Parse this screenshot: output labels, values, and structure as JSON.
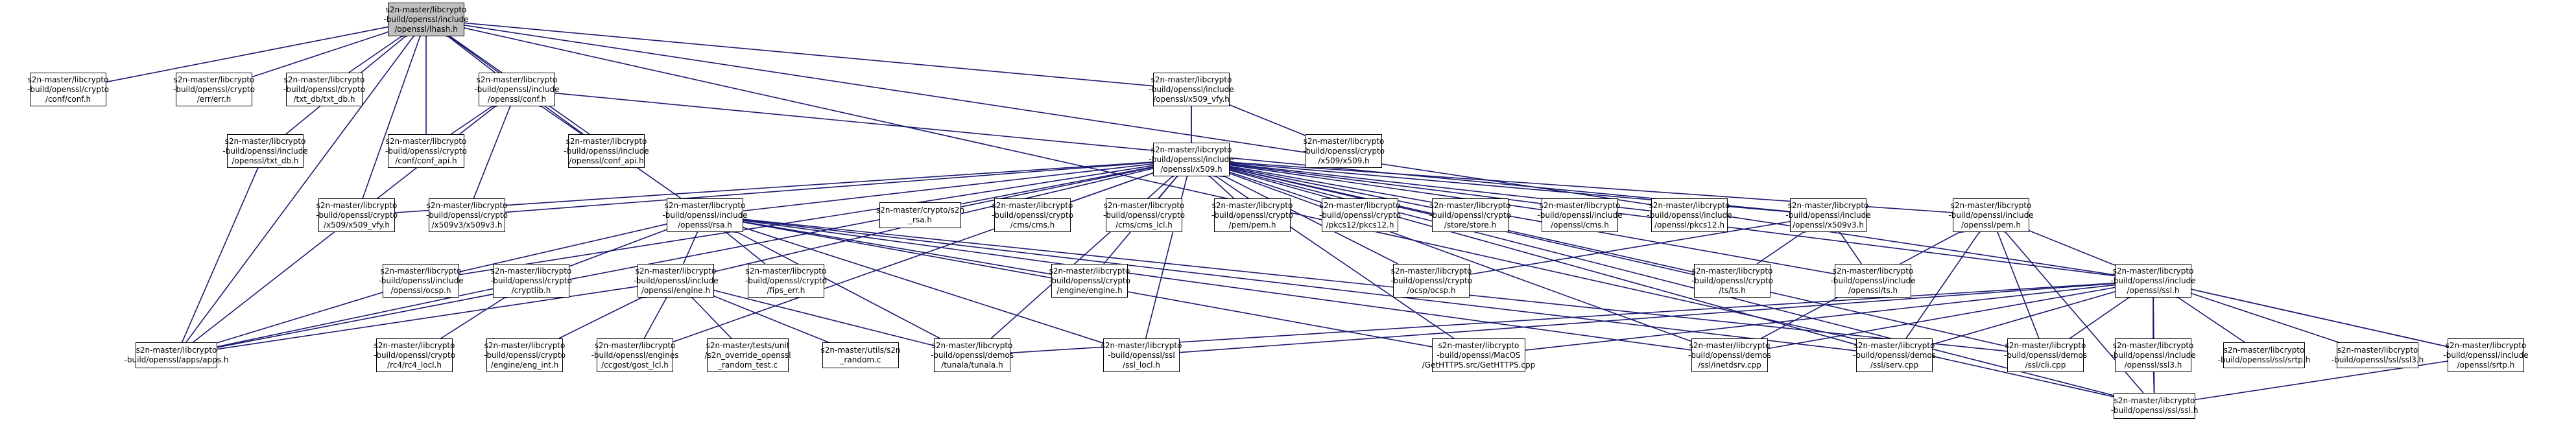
{
  "colors": {
    "edge": "#191970",
    "root_fill": "#bfbfbf",
    "node_fill": "#ffffff",
    "border": "#000000"
  },
  "nodes": [
    {
      "id": "hash",
      "lines": [
        "s2n-master/libcrypto",
        "-build/openssl/include",
        "/openssl/lhash.h"
      ]
    },
    {
      "id": "conf_c",
      "lines": [
        "s2n-master/libcrypto",
        "-build/openssl/crypto",
        "/conf/conf.h"
      ]
    },
    {
      "id": "err_c",
      "lines": [
        "s2n-master/libcrypto",
        "-build/openssl/crypto",
        "/err/err.h"
      ]
    },
    {
      "id": "txt_db_c",
      "lines": [
        "s2n-master/libcrypto",
        "-build/openssl/crypto",
        "/txt_db/txt_db.h"
      ]
    },
    {
      "id": "conf_inc",
      "lines": [
        "s2n-master/libcrypto",
        "-build/openssl/include",
        "/openssl/conf.h"
      ]
    },
    {
      "id": "x509_vfy_inc",
      "lines": [
        "s2n-master/libcrypto",
        "-build/openssl/include",
        "/openssl/x509_vfy.h"
      ]
    },
    {
      "id": "txt_db_inc",
      "lines": [
        "s2n-master/libcrypto",
        "-build/openssl/include",
        "/openssl/txt_db.h"
      ]
    },
    {
      "id": "conf_api_c",
      "lines": [
        "s2n-master/libcrypto",
        "-build/openssl/crypto",
        "/conf/conf_api.h"
      ]
    },
    {
      "id": "conf_api_inc",
      "lines": [
        "s2n-master/libcrypto",
        "-build/openssl/include",
        "/openssl/conf_api.h"
      ]
    },
    {
      "id": "x509_inc",
      "lines": [
        "s2n-master/libcrypto",
        "-build/openssl/include",
        "/openssl/x509.h"
      ]
    },
    {
      "id": "x509_c",
      "lines": [
        "s2n-master/libcrypto",
        "-build/openssl/crypto",
        "/x509/x509.h"
      ]
    },
    {
      "id": "x509_vfy_c",
      "lines": [
        "s2n-master/libcrypto",
        "-build/openssl/crypto",
        "/x509/x509_vfy.h"
      ]
    },
    {
      "id": "x509v3_c",
      "lines": [
        "s2n-master/libcrypto",
        "-build/openssl/crypto",
        "/x509v3/x509v3.h"
      ]
    },
    {
      "id": "rsa_inc",
      "lines": [
        "s2n-master/libcrypto",
        "-build/openssl/include",
        "/openssl/rsa.h"
      ]
    },
    {
      "id": "s2n_rsa",
      "lines": [
        "s2n-master/crypto/s2n",
        "_rsa.h"
      ]
    },
    {
      "id": "cms_c",
      "lines": [
        "s2n-master/libcrypto",
        "-build/openssl/crypto",
        "/cms/cms.h"
      ]
    },
    {
      "id": "cms_lcl",
      "lines": [
        "s2n-master/libcrypto",
        "-build/openssl/crypto",
        "/cms/cms_lcl.h"
      ]
    },
    {
      "id": "pem_c",
      "lines": [
        "s2n-master/libcrypto",
        "-build/openssl/crypto",
        "/pem/pem.h"
      ]
    },
    {
      "id": "pkcs12_c",
      "lines": [
        "s2n-master/libcrypto",
        "-build/openssl/crypto",
        "/pkcs12/pkcs12.h"
      ]
    },
    {
      "id": "store_c",
      "lines": [
        "s2n-master/libcrypto",
        "-build/openssl/crypto",
        "/store/store.h"
      ]
    },
    {
      "id": "cms_inc",
      "lines": [
        "s2n-master/libcrypto",
        "-build/openssl/include",
        "/openssl/cms.h"
      ]
    },
    {
      "id": "pkcs12_inc",
      "lines": [
        "s2n-master/libcrypto",
        "-build/openssl/include",
        "/openssl/pkcs12.h"
      ]
    },
    {
      "id": "x509v3_inc",
      "lines": [
        "s2n-master/libcrypto",
        "-build/openssl/include",
        "/openssl/x509v3.h"
      ]
    },
    {
      "id": "pem_inc",
      "lines": [
        "s2n-master/libcrypto",
        "-build/openssl/include",
        "/openssl/pem.h"
      ]
    },
    {
      "id": "ssl_inc",
      "lines": [
        "s2n-master/libcrypto",
        "-build/openssl/include",
        "/openssl/ssl.h"
      ]
    },
    {
      "id": "ocsp_inc",
      "lines": [
        "s2n-master/libcrypto",
        "-build/openssl/include",
        "/openssl/ocsp.h"
      ]
    },
    {
      "id": "cryptlib",
      "lines": [
        "s2n-master/libcrypto",
        "-build/openssl/crypto",
        "/cryptlib.h"
      ]
    },
    {
      "id": "engine_inc",
      "lines": [
        "s2n-master/libcrypto",
        "-build/openssl/include",
        "/openssl/engine.h"
      ]
    },
    {
      "id": "fips_err",
      "lines": [
        "s2n-master/libcrypto",
        "-build/openssl/crypto",
        "/fips_err.h"
      ]
    },
    {
      "id": "engine_c",
      "lines": [
        "s2n-master/libcrypto",
        "-build/openssl/crypto",
        "/engine/engine.h"
      ]
    },
    {
      "id": "ocsp_c",
      "lines": [
        "s2n-master/libcrypto",
        "-build/openssl/crypto",
        "/ocsp/ocsp.h"
      ]
    },
    {
      "id": "ts_c",
      "lines": [
        "s2n-master/libcrypto",
        "-build/openssl/crypto",
        "/ts/ts.h"
      ]
    },
    {
      "id": "ts_inc",
      "lines": [
        "s2n-master/libcrypto",
        "-build/openssl/include",
        "/openssl/ts.h"
      ]
    },
    {
      "id": "apps",
      "lines": [
        "s2n-master/libcrypto",
        "-build/openssl/apps/apps.h"
      ]
    },
    {
      "id": "rc4",
      "lines": [
        "s2n-master/libcrypto",
        "-build/openssl/crypto",
        "/rc4/rc4_locl.h"
      ]
    },
    {
      "id": "eng_int",
      "lines": [
        "s2n-master/libcrypto",
        "-build/openssl/crypto",
        "/engine/eng_int.h"
      ]
    },
    {
      "id": "gost",
      "lines": [
        "s2n-master/libcrypto",
        "-build/openssl/engines",
        "/ccgost/gost_lcl.h"
      ]
    },
    {
      "id": "s2n_tests",
      "lines": [
        "s2n-master/tests/unit",
        "/s2n_override_openssl",
        "_random_test.c"
      ]
    },
    {
      "id": "s2n_random",
      "lines": [
        "s2n-master/utils/s2n",
        "_random.c"
      ]
    },
    {
      "id": "tunala",
      "lines": [
        "s2n-master/libcrypto",
        "-build/openssl/demos",
        "/tunala/tunala.h"
      ]
    },
    {
      "id": "ssl_locl",
      "lines": [
        "s2n-master/libcrypto",
        "-build/openssl/ssl",
        "/ssl_locl.h"
      ]
    },
    {
      "id": "gethttps",
      "lines": [
        "s2n-master/libcrypto",
        "-build/openssl/MacOS",
        "/GetHTTPS.src/GetHTTPS.cpp"
      ]
    },
    {
      "id": "inetdsrv",
      "lines": [
        "s2n-master/libcrypto",
        "-build/openssl/demos",
        "/ssl/inetdsrv.cpp"
      ]
    },
    {
      "id": "serv",
      "lines": [
        "s2n-master/libcrypto",
        "-build/openssl/demos",
        "/ssl/serv.cpp"
      ]
    },
    {
      "id": "cli",
      "lines": [
        "s2n-master/libcrypto",
        "-build/openssl/demos",
        "/ssl/cli.cpp"
      ]
    },
    {
      "id": "ssl3_inc",
      "lines": [
        "s2n-master/libcrypto",
        "-build/openssl/include",
        "/openssl/ssl3.h"
      ]
    },
    {
      "id": "srtp_ssl",
      "lines": [
        "s2n-master/libcrypto",
        "-build/openssl/ssl/srtp.h"
      ]
    },
    {
      "id": "ssl3_ssl",
      "lines": [
        "s2n-master/libcrypto",
        "-build/openssl/ssl/ssl3.h"
      ]
    },
    {
      "id": "srtp_inc",
      "lines": [
        "s2n-master/libcrypto",
        "-build/openssl/include",
        "/openssl/srtp.h"
      ]
    },
    {
      "id": "ssl_ssl",
      "lines": [
        "s2n-master/libcrypto",
        "-build/openssl/ssl/ssl.h"
      ]
    }
  ],
  "edges": [
    [
      "hash",
      "conf_c"
    ],
    [
      "hash",
      "err_c"
    ],
    [
      "hash",
      "txt_db_c"
    ],
    [
      "hash",
      "conf_inc"
    ],
    [
      "hash",
      "x509_vfy_inc"
    ],
    [
      "hash",
      "txt_db_inc"
    ],
    [
      "hash",
      "conf_api_c"
    ],
    [
      "hash",
      "conf_api_inc"
    ],
    [
      "hash",
      "x509_vfy_c"
    ],
    [
      "hash",
      "apps"
    ],
    [
      "hash",
      "rsa_inc"
    ],
    [
      "hash",
      "ssl_inc"
    ],
    [
      "hash",
      "ssl_ssl"
    ],
    [
      "conf_inc",
      "conf_api_c"
    ],
    [
      "conf_inc",
      "conf_api_inc"
    ],
    [
      "conf_inc",
      "x509v3_c"
    ],
    [
      "conf_inc",
      "x509v3_inc"
    ],
    [
      "conf_inc",
      "apps"
    ],
    [
      "x509_vfy_inc",
      "x509_inc"
    ],
    [
      "x509_vfy_inc",
      "x509_c"
    ],
    [
      "x509_inc",
      "x509_vfy_inc"
    ],
    [
      "x509_inc",
      "x509_vfy_c"
    ],
    [
      "x509_inc",
      "x509v3_c"
    ],
    [
      "x509_inc",
      "rsa_inc"
    ],
    [
      "x509_inc",
      "s2n_rsa"
    ],
    [
      "x509_inc",
      "cms_c"
    ],
    [
      "x509_inc",
      "cms_lcl"
    ],
    [
      "x509_inc",
      "pem_c"
    ],
    [
      "x509_inc",
      "pkcs12_c"
    ],
    [
      "x509_inc",
      "store_c"
    ],
    [
      "x509_inc",
      "cms_inc"
    ],
    [
      "x509_inc",
      "pkcs12_inc"
    ],
    [
      "x509_inc",
      "x509v3_inc"
    ],
    [
      "x509_inc",
      "pem_inc"
    ],
    [
      "x509_inc",
      "ssl_inc"
    ],
    [
      "x509_inc",
      "ocsp_inc"
    ],
    [
      "x509_inc",
      "engine_inc"
    ],
    [
      "x509_inc",
      "engine_c"
    ],
    [
      "x509_inc",
      "ocsp_c"
    ],
    [
      "x509_inc",
      "ts_c"
    ],
    [
      "x509_inc",
      "ts_inc"
    ],
    [
      "x509_inc",
      "apps"
    ],
    [
      "x509_inc",
      "gost"
    ],
    [
      "x509_inc",
      "tunala"
    ],
    [
      "x509_inc",
      "ssl_locl"
    ],
    [
      "x509_inc",
      "gethttps"
    ],
    [
      "x509_inc",
      "inetdsrv"
    ],
    [
      "x509_inc",
      "serv"
    ],
    [
      "x509_inc",
      "cli"
    ],
    [
      "x509_inc",
      "ssl_ssl"
    ],
    [
      "txt_db_inc",
      "apps"
    ],
    [
      "rsa_inc",
      "ocsp_inc"
    ],
    [
      "rsa_inc",
      "cryptlib"
    ],
    [
      "rsa_inc",
      "engine_inc"
    ],
    [
      "rsa_inc",
      "fips_err"
    ],
    [
      "rsa_inc",
      "engine_c"
    ],
    [
      "rsa_inc",
      "tunala"
    ],
    [
      "rsa_inc",
      "ssl_locl"
    ],
    [
      "rsa_inc",
      "gethttps"
    ],
    [
      "rsa_inc",
      "inetdsrv"
    ],
    [
      "rsa_inc",
      "serv"
    ],
    [
      "rsa_inc",
      "cli"
    ],
    [
      "x509v3_inc",
      "ocsp_c"
    ],
    [
      "x509v3_inc",
      "ts_c"
    ],
    [
      "x509v3_inc",
      "ts_inc"
    ],
    [
      "pem_inc",
      "inetdsrv"
    ],
    [
      "pem_inc",
      "serv"
    ],
    [
      "pem_inc",
      "cli"
    ],
    [
      "pem_inc",
      "ssl_inc"
    ],
    [
      "pem_inc",
      "ssl_ssl"
    ],
    [
      "ocsp_inc",
      "apps"
    ],
    [
      "cryptlib",
      "apps"
    ],
    [
      "cryptlib",
      "rc4"
    ],
    [
      "engine_inc",
      "apps"
    ],
    [
      "engine_inc",
      "eng_int"
    ],
    [
      "engine_inc",
      "gost"
    ],
    [
      "engine_inc",
      "s2n_tests"
    ],
    [
      "engine_inc",
      "s2n_random"
    ],
    [
      "engine_inc",
      "tunala"
    ],
    [
      "ssl_inc",
      "tunala"
    ],
    [
      "ssl_inc",
      "ssl_locl"
    ],
    [
      "ssl_inc",
      "gethttps"
    ],
    [
      "ssl_inc",
      "inetdsrv"
    ],
    [
      "ssl_inc",
      "serv"
    ],
    [
      "ssl_inc",
      "cli"
    ],
    [
      "ssl_inc",
      "ssl3_inc"
    ],
    [
      "ssl_inc",
      "srtp_ssl"
    ],
    [
      "ssl_inc",
      "ssl3_ssl"
    ],
    [
      "ssl_inc",
      "srtp_inc"
    ],
    [
      "ssl_inc",
      "ssl_ssl"
    ],
    [
      "ssl3_inc",
      "ssl_ssl"
    ],
    [
      "srtp_inc",
      "ssl_inc"
    ],
    [
      "srtp_inc",
      "ssl_ssl"
    ]
  ]
}
